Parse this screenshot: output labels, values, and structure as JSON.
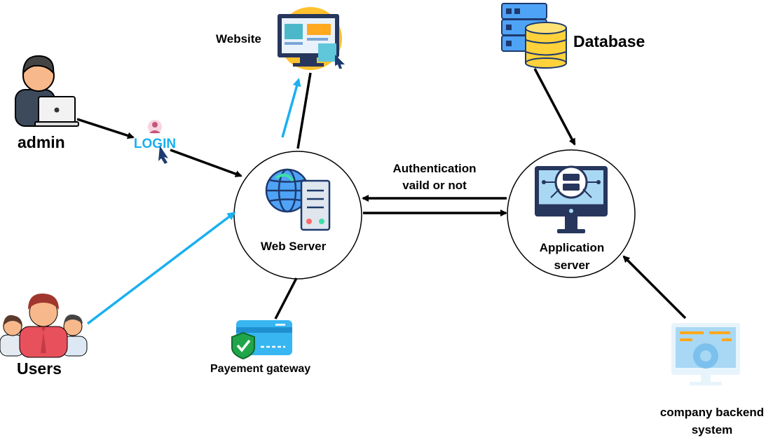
{
  "nodes": {
    "admin": "admin",
    "users": "Users",
    "website": "Website",
    "database": "Database",
    "web_server": "Web Server",
    "application_server_line1": "Application",
    "application_server_line2": "server",
    "payment_gateway": "Payement gateway",
    "company_backend_line1": "company backend",
    "company_backend_line2": "system",
    "login_badge": "LOGIN"
  },
  "edges": {
    "authentication_line1": "Authentication",
    "authentication_line2": "vaild or not"
  },
  "colors": {
    "black_arrow": "#000000",
    "blue_arrow": "#1ab0f0",
    "login_text": "#1ab0f0",
    "server_blue": "#4fa3f7",
    "monitor_dark": "#27365c",
    "db_yellow": "#ffd23c",
    "card_blue": "#38b6f2",
    "check_green": "#1fa64a",
    "user_red": "#e8505b",
    "skin": "#f7b98b",
    "hair": "#444444",
    "backend_screen": "#a9d8f5"
  },
  "icons": [
    "admin-laptop-icon",
    "login-icon",
    "users-group-icon",
    "website-monitor-icon",
    "database-server-icon",
    "globe-server-icon",
    "app-server-monitor-icon",
    "payment-card-icon",
    "backend-monitor-icon"
  ]
}
